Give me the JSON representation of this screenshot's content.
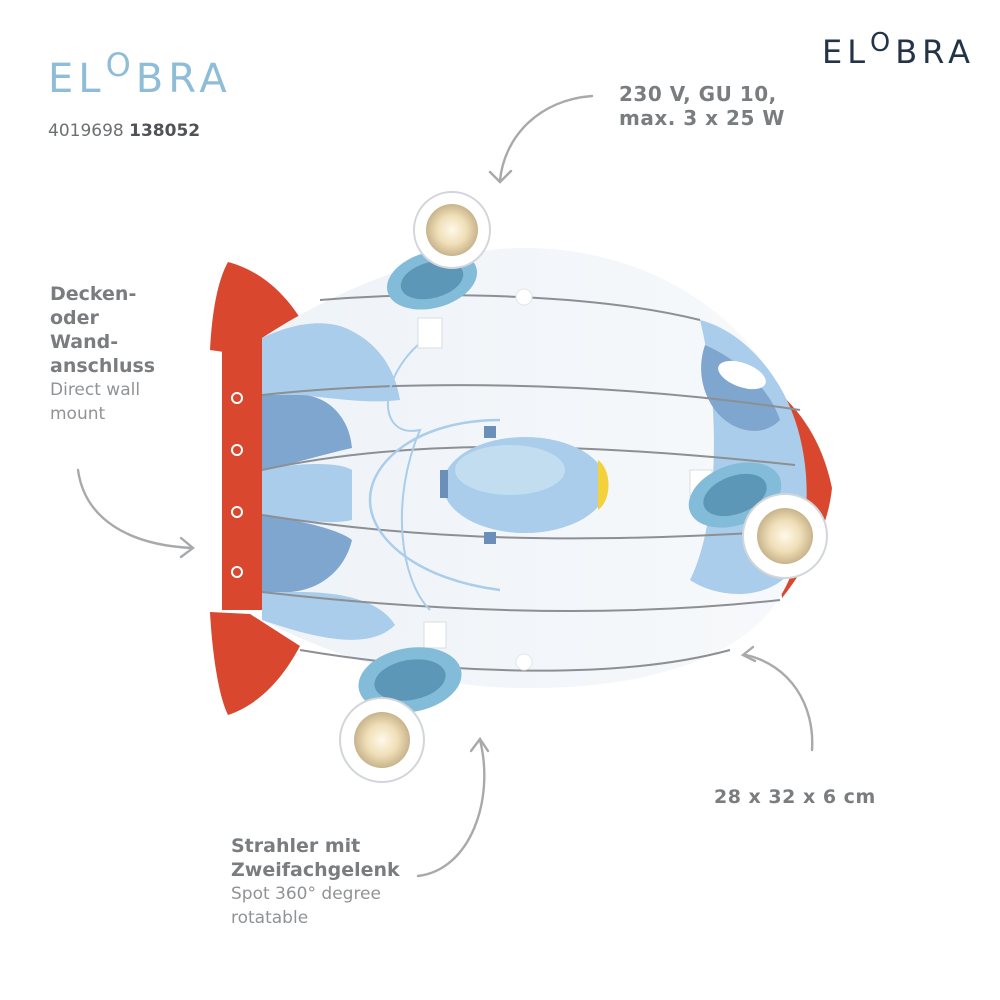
{
  "brand": {
    "logo_left": {
      "pre": "EL",
      "o": "O",
      "post": "BRA"
    },
    "logo_right": {
      "pre": "EL",
      "o": "O",
      "post": "BRA"
    }
  },
  "article": {
    "ean_prefix": "4019698",
    "article_no": "138052"
  },
  "specs": {
    "electrical": "230 V, GU 10,\nmax. 3 x 25 W"
  },
  "mount": {
    "label_de": "Decken-\noder\nWand-\nanschluss",
    "label_en": "Direct wall\nmount"
  },
  "dimensions": {
    "text": "28 x 32 x 6 cm"
  },
  "spotlight": {
    "label_de": "Strahler mit\nZweifachgelenk",
    "label_en": "Spot 360° degree\nrotatable"
  },
  "colors": {
    "rocket_red": "#d8472e",
    "rocket_light_blue": "#a9cdea",
    "rocket_mid_blue": "#7fa6cf",
    "spot_ring": "#82bcd8",
    "arrow_gray": "#a7a9ab",
    "logo_light": "#8fbdd8",
    "logo_dark": "#243447"
  }
}
